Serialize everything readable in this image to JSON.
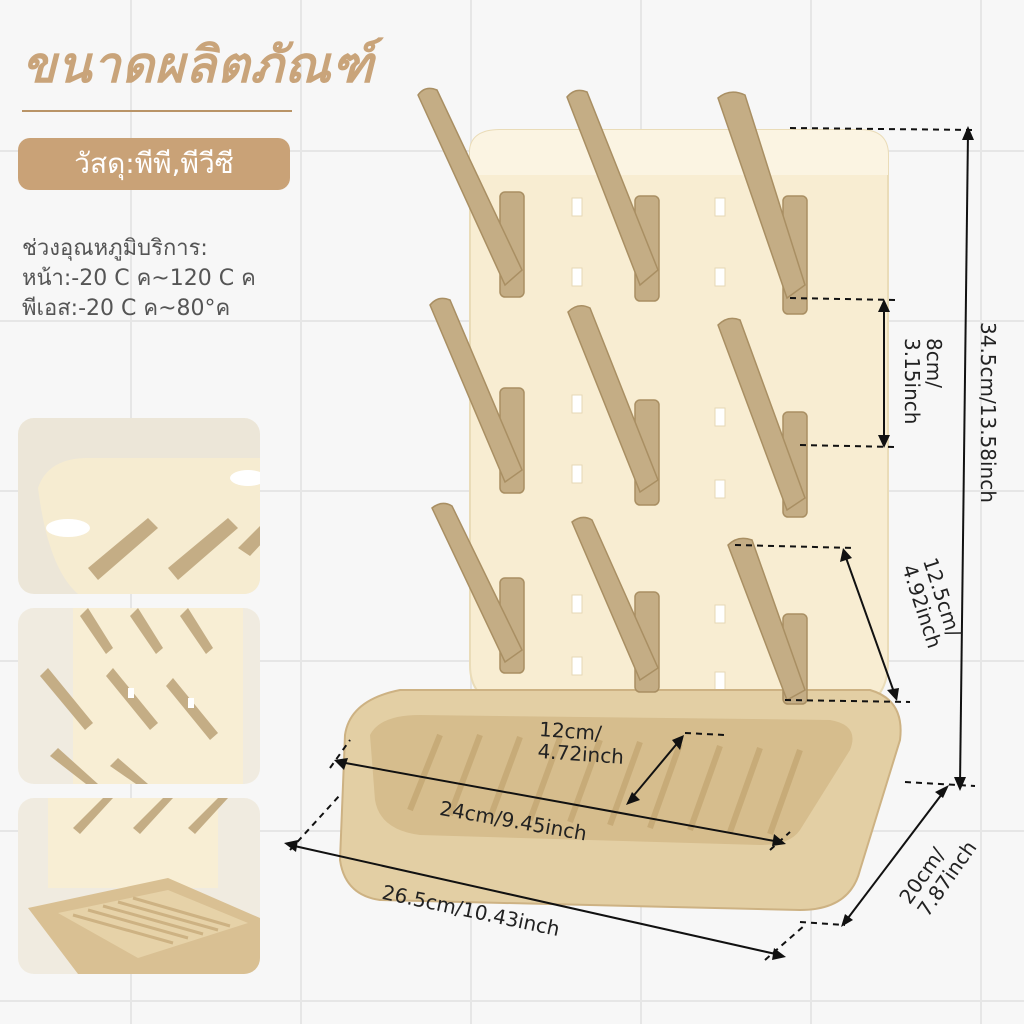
{
  "title": "ขนาดผลิตภัณฑ์",
  "material": "วัสดุ:พีพี,พีวีซี",
  "temperature": {
    "heading": "ช่วงอุณหภูมิบริการ:",
    "line1": "หน้า:-20 C ค~120 C ค",
    "line2": "พีเอส:-20 C ค~80°ค"
  },
  "dimensions": {
    "height": "34.5cm/13.58inch",
    "hook_spacing": "8cm/\n3.15inch",
    "hook_length": "12.5cm/\n4.92inch",
    "tray_inner_depth": "12cm/\n4.72inch",
    "tray_inner_width": "24cm/9.45inch",
    "base_width": "26.5cm/10.43inch",
    "base_depth": "20cm/\n7.87inch"
  },
  "colors": {
    "accent": "#c9a277",
    "rack_body": "#f8edd2",
    "hook": "#c4ad85",
    "tray": "#e3cfa4"
  }
}
